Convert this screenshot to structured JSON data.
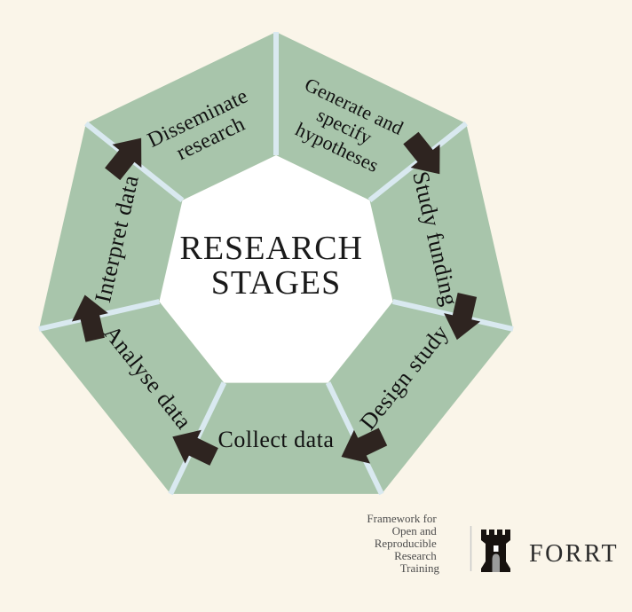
{
  "page": {
    "background_color": "#faf5e9"
  },
  "diagram": {
    "center_title": {
      "line1": "RESEARCH",
      "line2": "STAGES"
    },
    "flow_direction": "clockwise",
    "stages": [
      {
        "label": "Generate and specify hypotheses",
        "lines": [
          "Generate and",
          "specify",
          "hypotheses"
        ]
      },
      {
        "label": "Study funding"
      },
      {
        "label": "Design study"
      },
      {
        "label": "Collect data"
      },
      {
        "label": "Analyse data"
      },
      {
        "label": "Interpret data"
      },
      {
        "label": "Disseminate research",
        "lines": [
          "Disseminate",
          "research"
        ]
      }
    ],
    "colors": {
      "segment": "#a8c5ab",
      "divider": "#d9e9f0",
      "arrow": "#2e2420",
      "center": "#ffffff",
      "label_text": "#121212",
      "title_text": "#1a1a1a"
    }
  },
  "logo": {
    "tagline": {
      "line1": "Framework for",
      "line2": "Open and",
      "line3": "Reproducible",
      "line4": "Research",
      "line5": "Training"
    },
    "wordmark": "FORRT",
    "colors": {
      "tagline": "#4d4d4d",
      "wordmark": "#2b2b2b",
      "divider": "#c9c9c9",
      "castle": "#17120f",
      "door": "#9b9b9b",
      "window": "#ffffff"
    }
  }
}
